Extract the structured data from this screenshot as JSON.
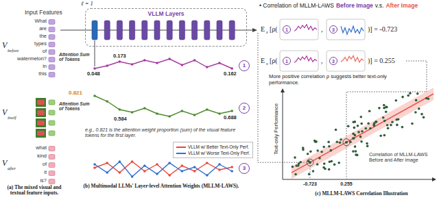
{
  "diagram": {
    "nodes": [
      {
        "text": [
          "VLLM Layers"
        ]
      },
      {
        "text": [
          "1"
        ]
      },
      {
        "text": [
          "2"
        ]
      },
      {
        "text": [
          "3"
        ]
      },
      {
        "text": [
          "1"
        ]
      },
      {
        "text": [
          "3"
        ]
      },
      {
        "text": [
          "1"
        ]
      },
      {
        "text": [
          "3"
        ]
      }
    ],
    "labels": [
      "Input Features",
      "V",
      "before",
      "What",
      "are",
      "the",
      "types",
      "of",
      "watermelon?",
      "in",
      "this",
      "V",
      "itself",
      "V",
      "after",
      "what",
      "kind",
      "of",
      "it",
      "is?",
      "(a) The mixed visual and textual feature inputs.",
      "ℓ = 1",
      "Attention Sum of Tokens",
      "0.048",
      "0.173",
      "0.162",
      "Attention Sum of Tokens",
      "0.821",
      "0.584",
      "0.688",
      "e.g., 0.821 is the attention weight proportion (sum) of the visual feature tokens for the first layer.",
      "(b) Multimodal LLMs' Layer-level Attention Weights (MLLM-LAWS).",
      "• Correlation of MLLM-LAWS",
      "Before Image",
      "v.s.",
      "After Image",
      "E",
      "x",
      "[ρ(",
      ",",
      ")] = -0.723",
      "E",
      "x",
      "[ρ(",
      ",",
      ")] = 0.255",
      "More positive correlation ρ suggests better text-only performance.",
      "Text-only Performance",
      "-0.723",
      "0.255",
      "Correlation of MLLM-LAWS Before and After image",
      "(c) MLLM-LAWS Correlation Illustration"
    ],
    "legend": [
      {
        "text": "VLLM w/ Better Text-Only Perf.",
        "color": "#e8473c"
      },
      {
        "text": "VLLM w/ Worse Text-Only Perf.",
        "color": "#2f6fd0"
      }
    ]
  }
}
